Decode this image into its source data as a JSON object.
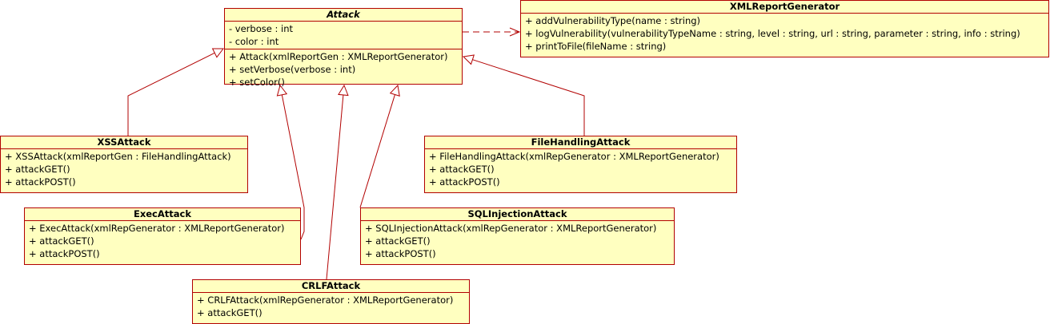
{
  "diagram": {
    "colors": {
      "border": "#b20000",
      "fill": "#ffffc0",
      "edge": "#b20000"
    },
    "classes": {
      "attack": {
        "name": "Attack",
        "abstract": true,
        "attributes": [
          "- verbose : int",
          "- color : int"
        ],
        "operations": [
          "+ Attack(xmlReportGen : XMLReportGenerator)",
          "+ setVerbose(verbose : int)",
          "+ setColor()"
        ]
      },
      "xml_report_generator": {
        "name": "XMLReportGenerator",
        "attributes": [],
        "operations": [
          "+ addVulnerabilityType(name : string)",
          "+ logVulnerability(vulnerabilityTypeName : string, level : string, url : string, parameter : string, info : string)",
          "+ printToFile(fileName : string)"
        ]
      },
      "xss_attack": {
        "name": "XSSAttack",
        "attributes": [],
        "operations": [
          "+ XSSAttack(xmlReportGen : FileHandlingAttack)",
          "+ attackGET()",
          "+ attackPOST()"
        ]
      },
      "file_handling_attack": {
        "name": "FileHandlingAttack",
        "attributes": [],
        "operations": [
          "+ FileHandlingAttack(xmlRepGenerator : XMLReportGenerator)",
          "+ attackGET()",
          "+ attackPOST()"
        ]
      },
      "exec_attack": {
        "name": "ExecAttack",
        "attributes": [],
        "operations": [
          "+ ExecAttack(xmlRepGenerator : XMLReportGenerator)",
          "+ attackGET()",
          "+ attackPOST()"
        ]
      },
      "sql_injection_attack": {
        "name": "SQLInjectionAttack",
        "attributes": [],
        "operations": [
          "+ SQLInjectionAttack(xmlRepGenerator : XMLReportGenerator)",
          "+ attackGET()",
          "+ attackPOST()"
        ]
      },
      "crlf_attack": {
        "name": "CRLFAttack",
        "attributes": [],
        "operations": [
          "+ CRLFAttack(xmlRepGenerator : XMLReportGenerator)",
          "+ attackGET()"
        ]
      }
    },
    "relations": [
      {
        "type": "generalization",
        "from": "xss_attack",
        "to": "attack"
      },
      {
        "type": "generalization",
        "from": "file_handling_attack",
        "to": "attack"
      },
      {
        "type": "generalization",
        "from": "exec_attack",
        "to": "attack"
      },
      {
        "type": "generalization",
        "from": "sql_injection_attack",
        "to": "attack"
      },
      {
        "type": "generalization",
        "from": "crlf_attack",
        "to": "attack"
      },
      {
        "type": "dependency",
        "from": "attack",
        "to": "xml_report_generator"
      }
    ]
  }
}
